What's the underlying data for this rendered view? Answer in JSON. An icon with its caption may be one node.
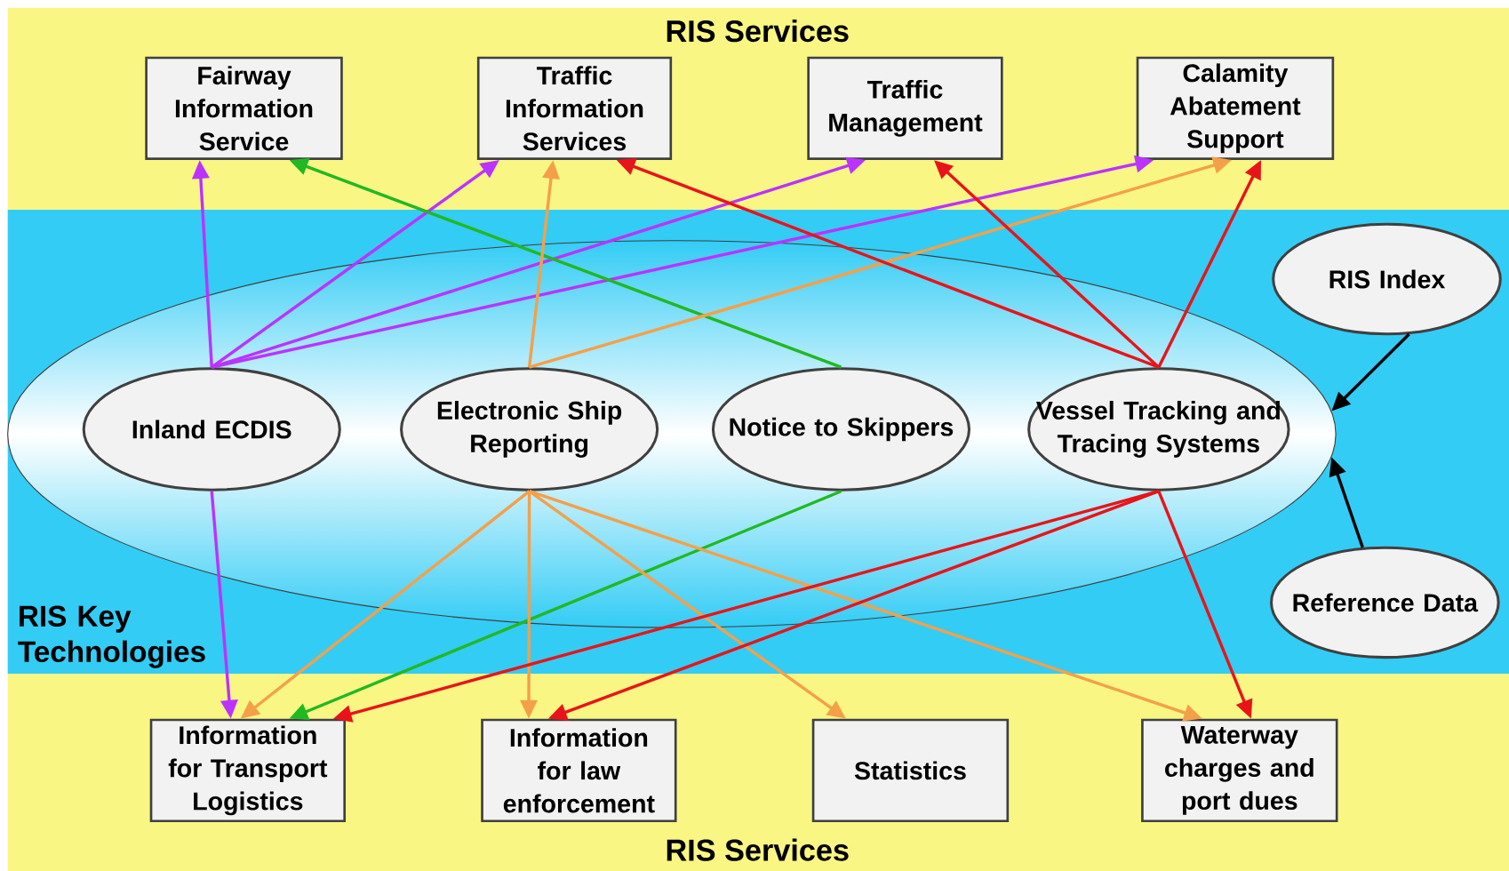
{
  "diagram": {
    "nodes": [
      {
        "text": [
          "RIS Services"
        ]
      },
      {
        "text": [
          "Fairway Information Service"
        ],
        "in": 0
      },
      {
        "text": [
          "Traffic Information Services"
        ],
        "in": 0
      },
      {
        "text": [
          "Traffic Management"
        ],
        "in": 0
      },
      {
        "text": [
          "Calamity Abatement Support"
        ],
        "in": 0
      },
      {
        "text": [
          "RIS Key Technologies"
        ]
      },
      {
        "text": [],
        "shape": "ellipse",
        "in": 5
      },
      {
        "text": [
          "Inland ECDIS"
        ],
        "in": 6
      },
      {
        "text": [
          "Electronic Ship Reporting"
        ],
        "in": 6
      },
      {
        "text": [
          "Notice to Skippers"
        ],
        "in": 6
      },
      {
        "text": [
          "Vessel Tracking and Tracing Systems"
        ],
        "in": 6
      },
      {
        "text": [
          "RIS Index"
        ],
        "in": 5
      },
      {
        "text": [
          "Reference Data"
        ],
        "in": 5
      },
      {
        "text": [
          "RIS Services"
        ]
      },
      {
        "text": [
          "Information for Transport Logistics"
        ],
        "in": 13
      },
      {
        "text": [
          "Information for law enforcement"
        ],
        "in": 13
      },
      {
        "text": [
          "Statistics"
        ],
        "in": 13
      },
      {
        "text": [
          "Waterway charges and port dues"
        ],
        "in": 13
      }
    ],
    "edges": [
      {
        "from": 7,
        "to": 1,
        "arrow": "to",
        "color": "#bb33ff"
      },
      {
        "from": 7,
        "to": 2,
        "arrow": "to",
        "color": "#bb33ff"
      },
      {
        "from": 7,
        "to": 3,
        "arrow": "to",
        "color": "#bb33ff"
      },
      {
        "from": 7,
        "to": 4,
        "arrow": "to",
        "color": "#bb33ff"
      },
      {
        "from": 7,
        "to": 14,
        "arrow": "to",
        "color": "#bb33ff"
      },
      {
        "from": 9,
        "to": 1,
        "arrow": "to",
        "color": "#22b822"
      },
      {
        "from": 9,
        "to": 14,
        "arrow": "to",
        "color": "#22b822"
      },
      {
        "from": 8,
        "to": 2,
        "arrow": "to",
        "color": "#f4a04a"
      },
      {
        "from": 8,
        "to": 4,
        "arrow": "to",
        "color": "#f4a04a"
      },
      {
        "from": 8,
        "to": 14,
        "arrow": "to",
        "color": "#f4a04a"
      },
      {
        "from": 8,
        "to": 15,
        "arrow": "to",
        "color": "#f4a04a"
      },
      {
        "from": 8,
        "to": 16,
        "arrow": "to",
        "color": "#f4a04a"
      },
      {
        "from": 8,
        "to": 17,
        "arrow": "to",
        "color": "#f4a04a"
      },
      {
        "from": 10,
        "to": 2,
        "arrow": "to",
        "color": "#e8141a"
      },
      {
        "from": 10,
        "to": 3,
        "arrow": "to",
        "color": "#e8141a"
      },
      {
        "from": 10,
        "to": 4,
        "arrow": "to",
        "color": "#e8141a"
      },
      {
        "from": 10,
        "to": 14,
        "arrow": "to",
        "color": "#e8141a"
      },
      {
        "from": 10,
        "to": 15,
        "arrow": "to",
        "color": "#e8141a"
      },
      {
        "from": 10,
        "to": 17,
        "arrow": "to",
        "color": "#e8141a"
      },
      {
        "from": 11,
        "to": 6,
        "arrow": "to",
        "color": "#000000"
      },
      {
        "from": 12,
        "to": 6,
        "arrow": "to",
        "color": "#000000"
      }
    ]
  }
}
